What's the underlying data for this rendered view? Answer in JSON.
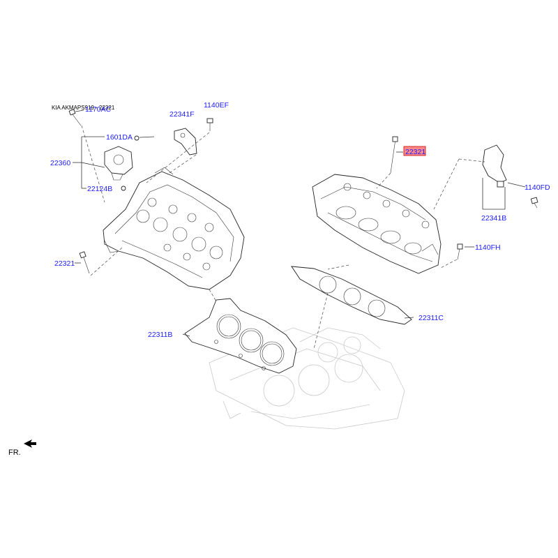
{
  "header": {
    "caption": "KIA AKMAPS919 - 22321"
  },
  "labels": {
    "p1170AC": "1170AC",
    "p1601DA": "1601DA",
    "p22360": "22360",
    "p22124B": "22124B",
    "p22341F": "22341F",
    "p1140EF": "1140EF",
    "p22321_left": "22321",
    "p22311B": "22311B",
    "p22321_right": "22321",
    "p1140FD": "1140FD",
    "p22341B": "22341B",
    "p1140FH": "1140FH",
    "p22311C": "22311C"
  },
  "direction_marker": {
    "label": "FR."
  },
  "colors": {
    "label_text": "#1a1aff",
    "highlight_fill": "#ff8a8a",
    "highlight_border": "#d00000",
    "line_art": "#222222",
    "ghost_block": "#c9c9c9"
  },
  "highlighted_part": "22321"
}
